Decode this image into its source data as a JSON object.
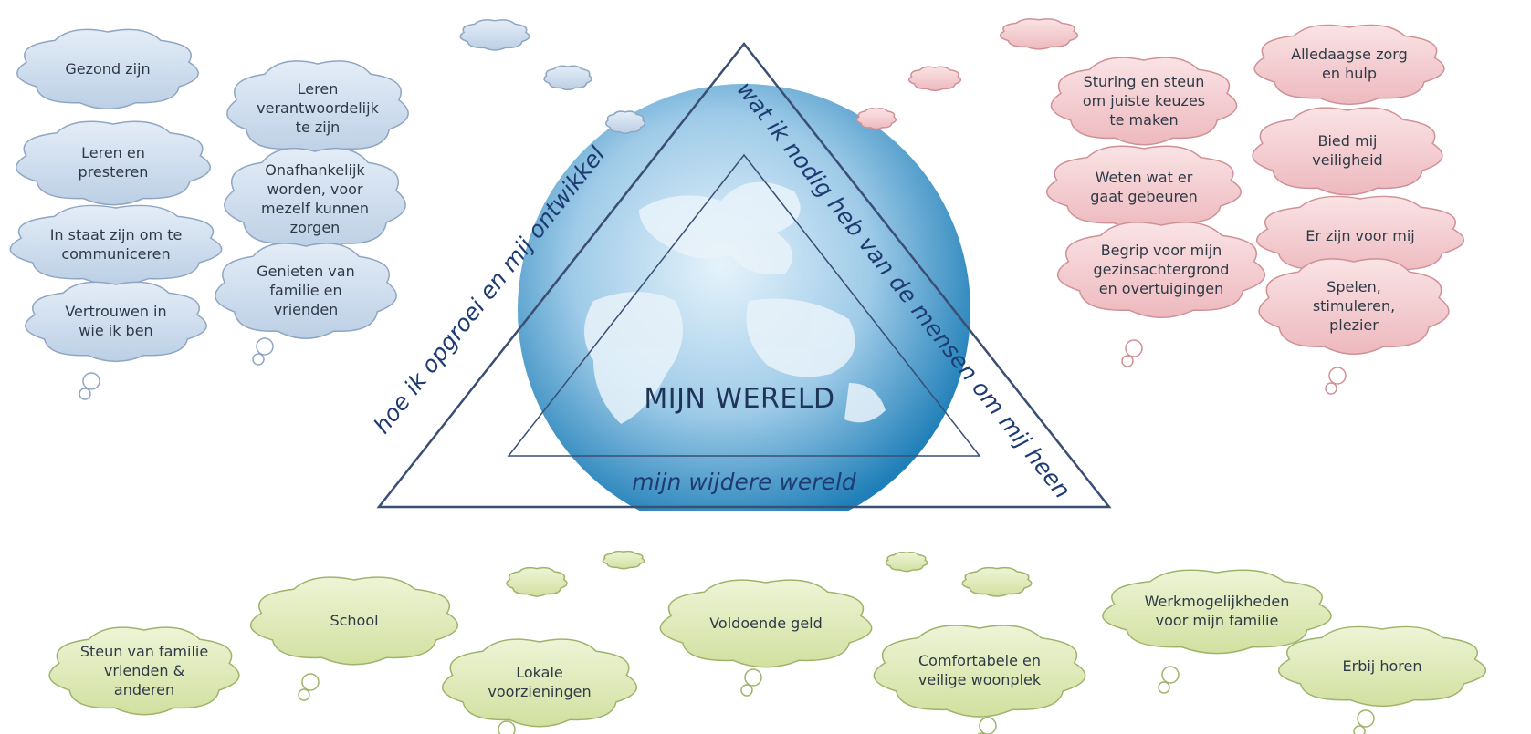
{
  "diagram": {
    "center_title": "MIJN WERELD",
    "side_left": "hoe ik opgroei en mij ontwikkel",
    "side_right": "wat ik nodig heb van de mensen om mij heen",
    "side_bottom": "mijn wijdere wereld"
  },
  "colors": {
    "blue_cloud": "#c9d9ec",
    "blue_cloud_edge": "#8fa6c2",
    "pink_cloud": "#f3c9cd",
    "pink_cloud_edge": "#cf9196",
    "green_cloud": "#dde8b6",
    "green_cloud_edge": "#9db46a",
    "triangle": "#3a4f73",
    "globe_dark": "#1f7fb8",
    "globe_light": "#cfe6f5"
  },
  "development": [
    "Gezond zijn",
    "Leren\nverantwoordelijk\nte zijn",
    "Leren en\npresteren",
    "Onafhankelijk\nworden, voor\nmezelf kunnen\nzorgen",
    "In staat zijn om te\ncommuniceren",
    "Genieten van\nfamilie en\nvrienden",
    "Vertrouwen in\nwie ik ben"
  ],
  "needs": [
    "Alledaagse zorg\nen hulp",
    "Sturing en steun\nom juiste keuzes\nte maken",
    "Bied mij\nveiligheid",
    "Weten wat er\ngaat gebeuren",
    "Er zijn voor mij",
    "Begrip voor mijn\ngezinsachtergrond\nen overtuigingen",
    "Spelen,\nstimuleren,\nplezier"
  ],
  "wider_world": [
    "School",
    "Steun van familie\nvrienden &\nanderen",
    "Lokale\nvoorzieningen",
    "Voldoende geld",
    "Comfortabele en\nveilige woonplek",
    "Werkmogelijkheden\nvoor mijn familie",
    "Erbij horen"
  ]
}
